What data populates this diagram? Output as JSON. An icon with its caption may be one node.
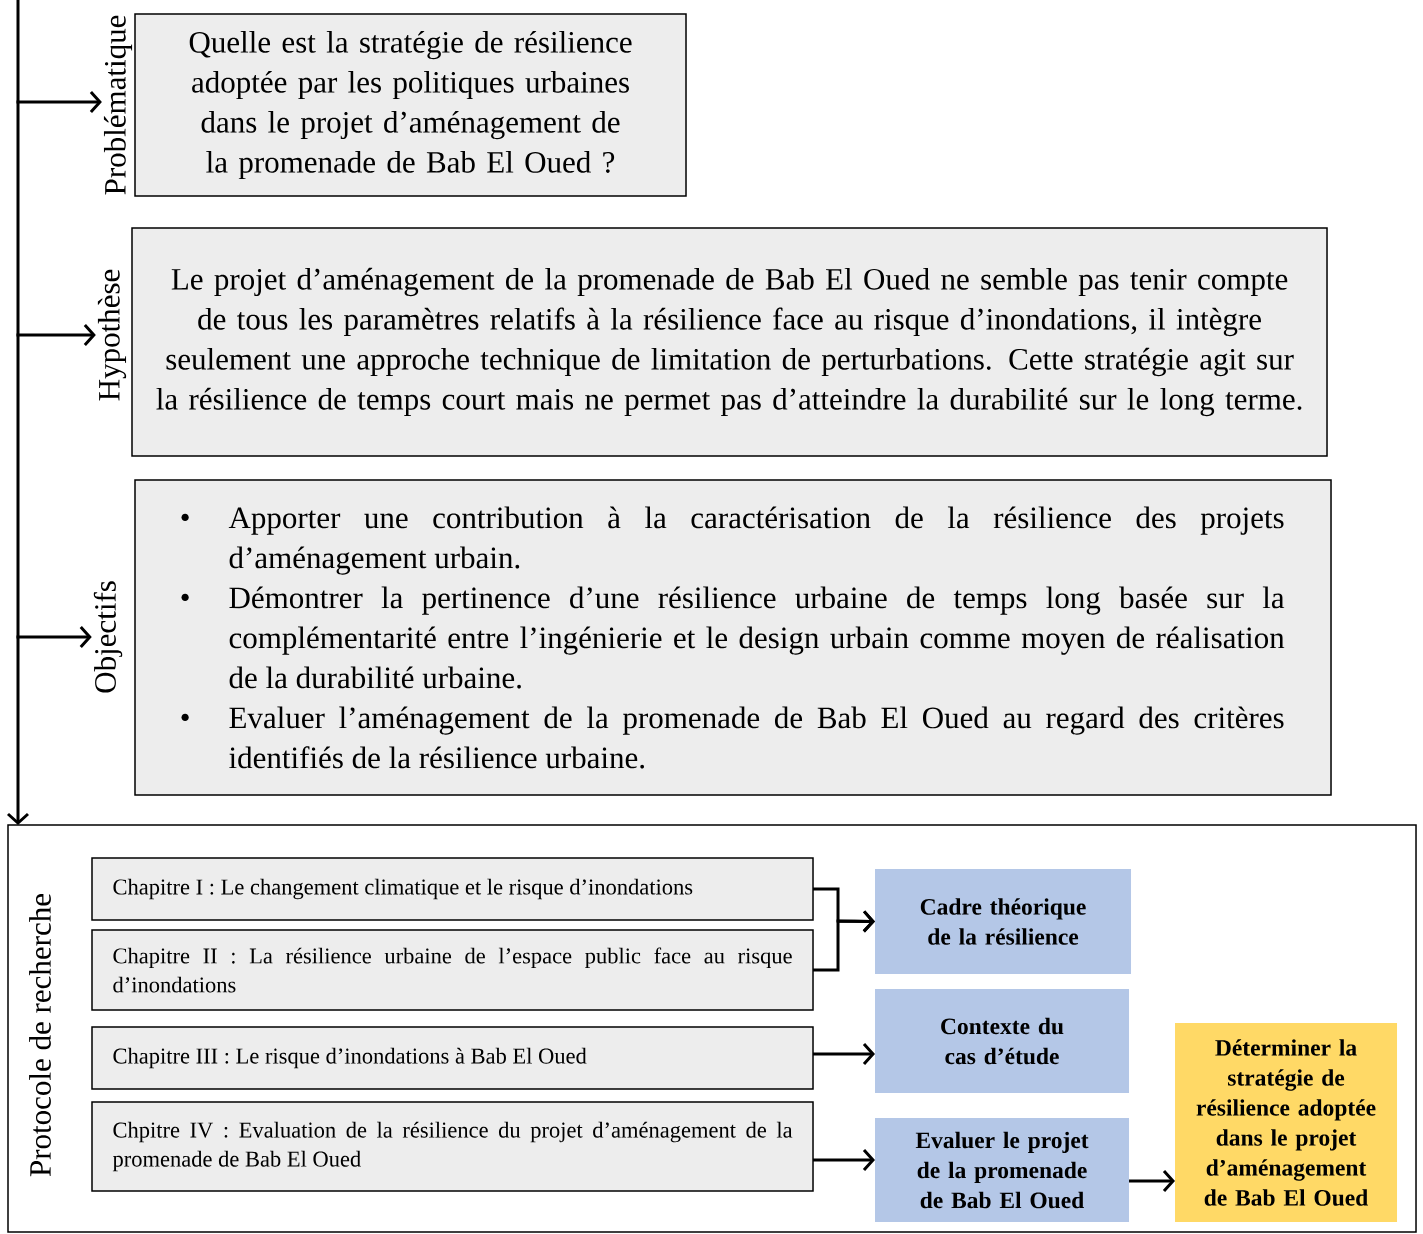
{
  "diagram": {
    "nodes": [
      {
        "text": [
          "Problématique"
        ]
      },
      {
        "text": [
          "Quelle est la stratégie de résilience adoptée par les politiques urbaines dans le projet d’aménagement de la promenade de Bab El Oued ?"
        ]
      },
      {
        "text": [
          "Hypothèse"
        ]
      },
      {
        "text": [
          "Le projet d’aménagement de la promenade de Bab El Oued ne semble pas tenir compte de tous les paramètres relatifs à la résilience face au risque d’inondations, il intègre seulement une approche technique de limitation de perturbations. Cette stratégie agit sur la résilience de temps court mais ne permet pas d’atteindre la durabilité sur le long terme."
        ]
      },
      {
        "text": [
          "Objectifs"
        ]
      },
      {
        "text": [
          "Apporter une contribution à la caractérisation de la résilience des projets d’aménagement urbain.",
          "Démontrer la pertinence d’une résilience urbaine de temps long basée sur la complémentarité entre l’ingénierie et le design urbain comme moyen de réalisation de la durabilité urbaine.",
          "Evaluer l’aménagement de la promenade de Bab El Oued au regard des critères identifiés de la résilience urbaine."
        ]
      },
      {
        "text": [
          "Protocole de recherche"
        ]
      },
      {
        "text": [
          "Chapitre I : Le changement climatique et le risque d’inondations"
        ],
        "in": 6
      },
      {
        "text": [
          "Chapitre II : La résilience urbaine de l’espace public face au risque d’inondations"
        ],
        "in": 6
      },
      {
        "text": [
          "Chapitre III : Le risque d’inondations à Bab El Oued"
        ],
        "in": 6
      },
      {
        "text": [
          "Chpitre IV : Evaluation de la résilience du projet d’aménagement de la promenade de Bab El Oued"
        ],
        "in": 6
      },
      {
        "text": [
          "Cadre théorique de la résilience"
        ],
        "in": 6
      },
      {
        "text": [
          "Contexte du cas d’étude"
        ],
        "in": 6
      },
      {
        "text": [
          "Evaluer le projet de la promenade de Bab El Oued"
        ],
        "in": 6
      },
      {
        "text": [
          "Déterminer la stratégie de résilience adoptée dans le projet d’aménagement de Bab El Oued"
        ],
        "in": 6
      }
    ],
    "edges": [
      {
        "from": null,
        "to": 0,
        "arrow": "to"
      },
      {
        "from": null,
        "to": 2,
        "arrow": "to"
      },
      {
        "from": null,
        "to": 4,
        "arrow": "to"
      },
      {
        "from": null,
        "to": 6,
        "arrow": "to"
      },
      {
        "from": 7,
        "to": 11,
        "arrow": "to"
      },
      {
        "from": 8,
        "to": 11,
        "arrow": "to"
      },
      {
        "from": 9,
        "to": 12,
        "arrow": "to"
      },
      {
        "from": 10,
        "to": 13,
        "arrow": "to"
      },
      {
        "from": 13,
        "to": 14,
        "arrow": "to"
      }
    ]
  }
}
